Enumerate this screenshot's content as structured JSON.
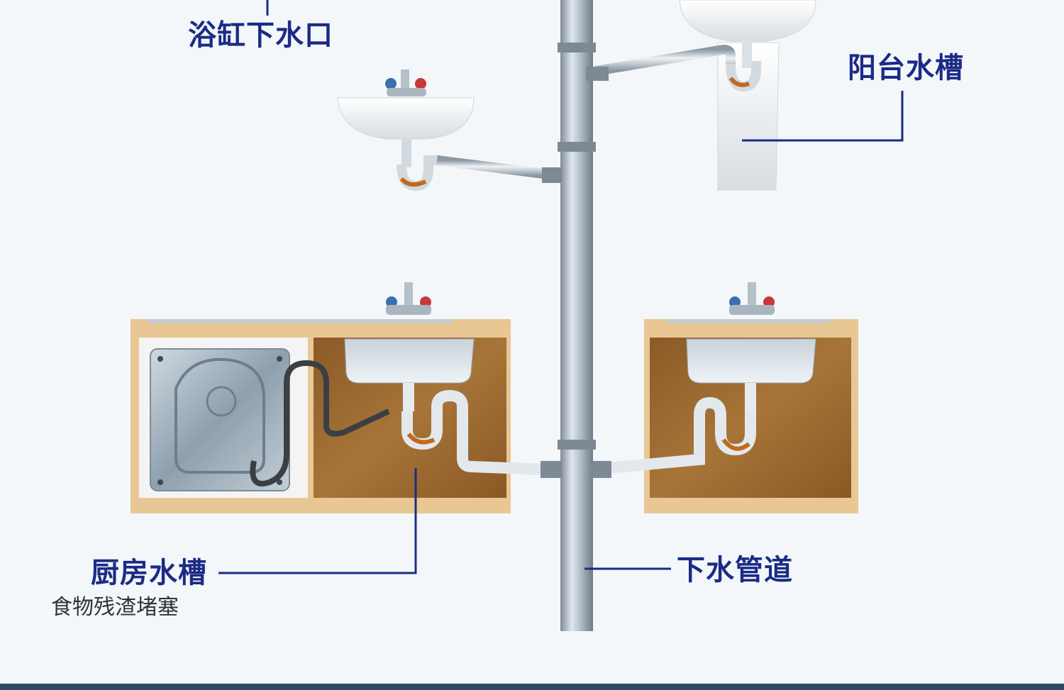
{
  "labels": {
    "bathtub_drain": "浴缸下水口",
    "balcony_sink": "阳台水槽",
    "kitchen_sink": "厨房水槽",
    "kitchen_sink_note": "食物残渣堵塞",
    "drain_pipe": "下水管道"
  },
  "colors": {
    "label_text": "#1b2b85",
    "leader_line": "#1b2b85",
    "background": "#f3f7fa",
    "cabinet_frame": "#e8c794",
    "cabinet_interior": "#9b6a32",
    "pipe": "#b9c3cc"
  }
}
